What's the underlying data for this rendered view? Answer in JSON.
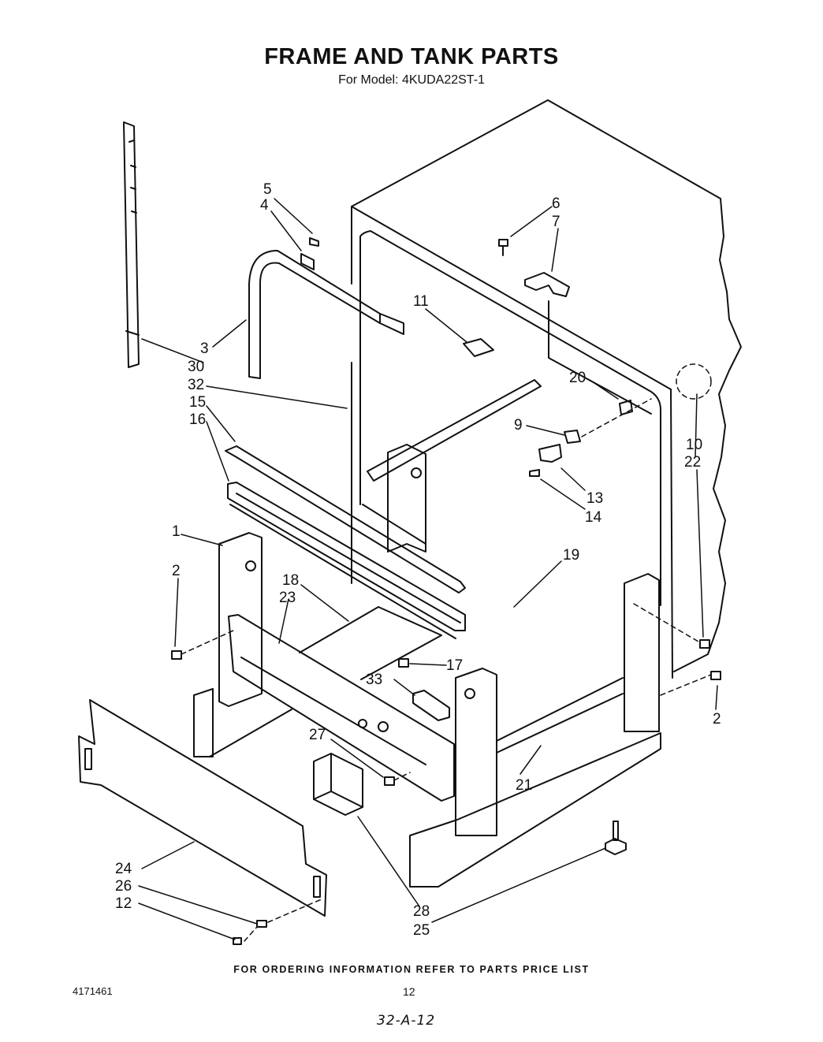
{
  "title": "FRAME AND TANK PARTS",
  "subtitle": "For Model: 4KUDA22ST-1",
  "callouts": [
    "1",
    "2",
    "2",
    "3",
    "4",
    "5",
    "6",
    "7",
    "9",
    "10",
    "11",
    "12",
    "13",
    "14",
    "15",
    "16",
    "17",
    "18",
    "19",
    "20",
    "21",
    "22",
    "23",
    "24",
    "25",
    "26",
    "27",
    "28",
    "30",
    "32",
    "33"
  ],
  "footer": "FOR ORDERING INFORMATION REFER TO PARTS PRICE LIST",
  "doc_number": "4171461",
  "page_number": "12",
  "handwritten_note": "32-A-12"
}
